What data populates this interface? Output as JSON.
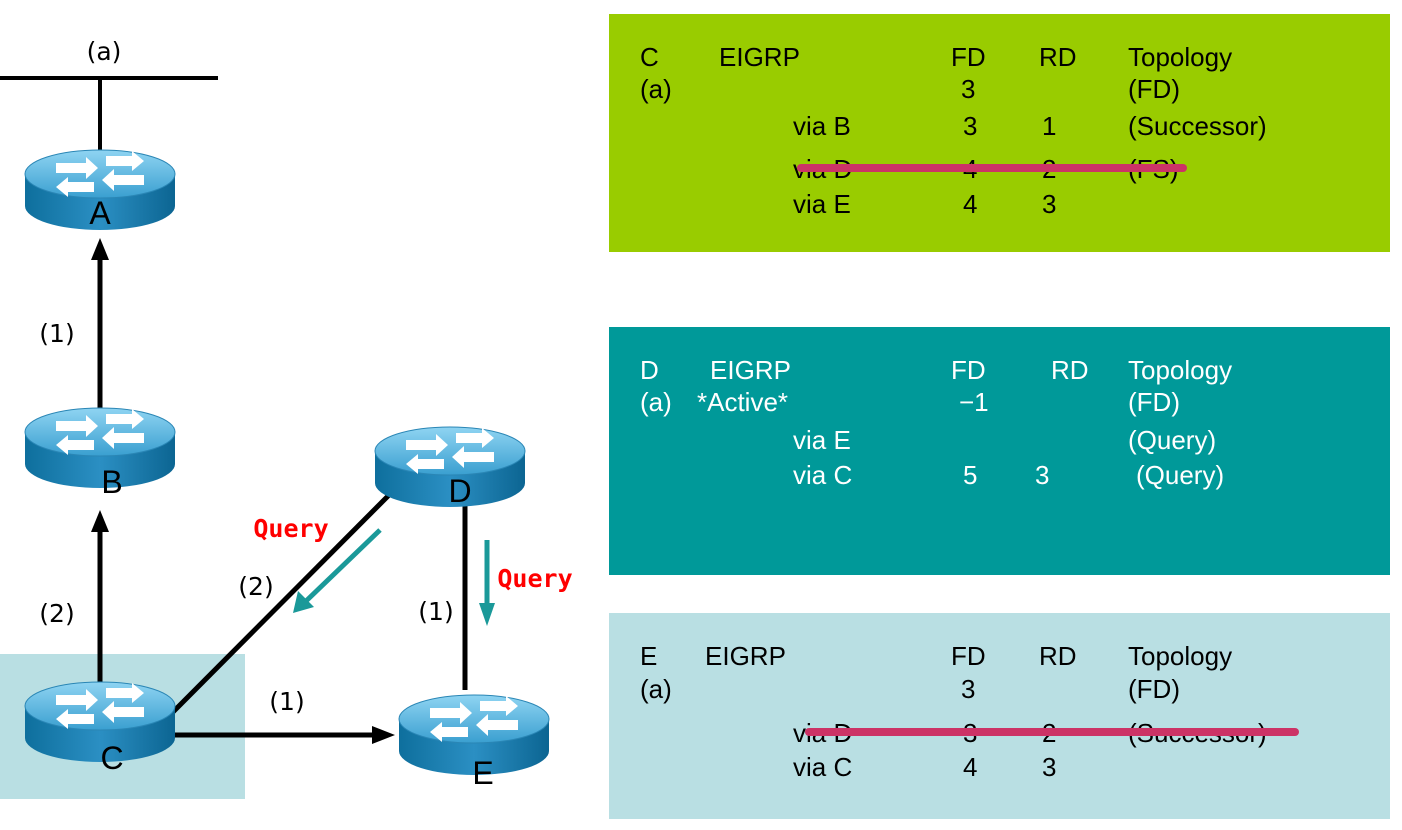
{
  "diagram": {
    "network_label": "(a)",
    "routers": {
      "a": "A",
      "b": "B",
      "c": "C",
      "d": "D",
      "e": "E"
    },
    "links": {
      "a_b": "(1)",
      "b_c": "(2)",
      "c_d": "(2)",
      "c_e": "(1)",
      "d_e": "(1)"
    },
    "query_labels": {
      "d_to_c": "Query",
      "d_to_e": "Query"
    },
    "colors": {
      "query_text": "#ff0000",
      "query_arrow": "#1a9999",
      "highlight_c": "#b9dfe3"
    }
  },
  "tables": {
    "c": {
      "header": {
        "router": "C",
        "protocol": "EIGRP",
        "fd": "FD",
        "rd": "RD",
        "topology": "Topology"
      },
      "dest": {
        "name": "(a)",
        "fd": "3",
        "topology": "(FD)"
      },
      "rows": [
        {
          "via": "via B",
          "fd": "3",
          "rd": "1",
          "topology": "(Successor)",
          "struck": false
        },
        {
          "via": "via D",
          "fd": "4",
          "rd": "2",
          "topology": "(FS)",
          "struck": true
        },
        {
          "via": "via E",
          "fd": "4",
          "rd": "3",
          "topology": "",
          "struck": false
        }
      ],
      "color": "#99cc00"
    },
    "d": {
      "header": {
        "router": "D",
        "protocol": "EIGRP",
        "fd": "FD",
        "rd": "RD",
        "topology": "Topology"
      },
      "dest": {
        "name": "(a)",
        "state": "*Active*",
        "fd": "−1",
        "topology": "(FD)"
      },
      "rows": [
        {
          "via": "via E",
          "fd": "",
          "rd": "",
          "topology": "(Query)"
        },
        {
          "via": "via C",
          "fd": "5",
          "rd": "3",
          "topology": "(Query)"
        }
      ],
      "color": "#009999"
    },
    "e": {
      "header": {
        "router": "E",
        "protocol": "EIGRP",
        "fd": "FD",
        "rd": "RD",
        "topology": "Topology"
      },
      "dest": {
        "name": "(a)",
        "fd": "3",
        "topology": "(FD)"
      },
      "rows": [
        {
          "via": "via D",
          "fd": "3",
          "rd": "2",
          "topology": "(Successor)",
          "struck": true
        },
        {
          "via": "via C",
          "fd": "4",
          "rd": "3",
          "topology": "",
          "struck": false
        }
      ],
      "color": "#b9dfe3",
      "strike_color": "#cc3366"
    }
  }
}
